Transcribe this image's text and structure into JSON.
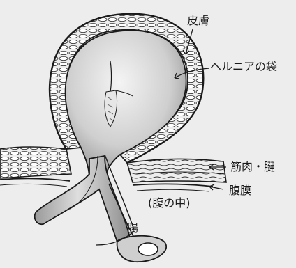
{
  "labels": {
    "skin": "皮膚",
    "hernia_sac": "ヘルニアの袋",
    "muscle_tendon": "筋肉・腱",
    "peritoneum": "腹膜",
    "abdomen_inside": "(腹の中)",
    "intestine": "腸"
  },
  "colors": {
    "background": "#ededed",
    "outline": "#1a1a1a",
    "sac_fill": "#c9c9c9",
    "intestine_fill": "#b8b8b8"
  }
}
